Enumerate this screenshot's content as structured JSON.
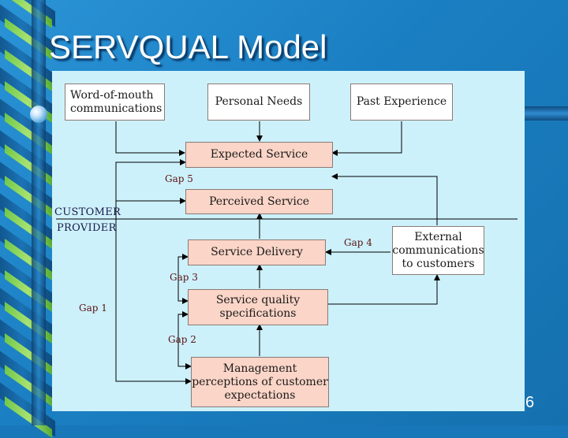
{
  "slide": {
    "title": "SERVQUAL Model",
    "page_number": "6"
  },
  "diagram": {
    "boxes": {
      "word_of_mouth": "Word-of-mouth communications",
      "personal_needs": "Personal Needs",
      "past_experience": "Past Experience",
      "expected_service": "Expected Service",
      "perceived_service": "Perceived Service",
      "service_delivery": "Service Delivery",
      "external_comms": "External communications to customers",
      "service_quality_specs": "Service quality specifications",
      "management_perceptions": "Management perceptions of customer expectations"
    },
    "gaps": {
      "gap1": "Gap 1",
      "gap2": "Gap 2",
      "gap3": "Gap 3",
      "gap4": "Gap 4",
      "gap5": "Gap 5"
    },
    "divider": {
      "customer": "CUSTOMER",
      "provider": "PROVIDER"
    }
  },
  "colors": {
    "background": "#1877b8",
    "panel": "#cdf1fb",
    "box_fill": "#fbd5c7",
    "box_white": "#ffffff",
    "accent_green": "#7bd23f"
  }
}
